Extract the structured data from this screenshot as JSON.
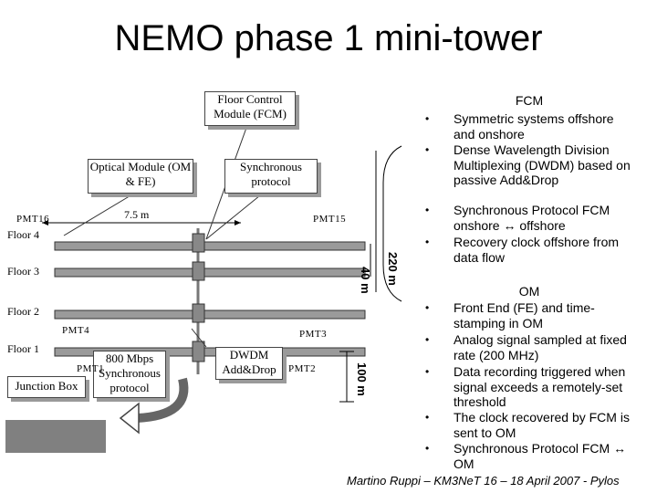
{
  "title": "NEMO phase 1 mini-tower",
  "callouts": {
    "fcm": "Floor Control Module (FCM)",
    "om": "Optical Module (OM & FE)",
    "sync": "Synchronous protocol",
    "mbps": "800 Mbps Synchronous protocol",
    "dwdm": "DWDM Add&Drop",
    "jbox": "Junction Box"
  },
  "diagram": {
    "floors": [
      "Floor 4",
      "Floor 3",
      "Floor 2",
      "Floor 1"
    ],
    "pmts": [
      "PMT16",
      "PMT15",
      "PMT4",
      "PMT3",
      "PMT2",
      "PMT1"
    ],
    "dim_span": "7.5 m",
    "dim_220": "220 m",
    "dim_40": "40 m",
    "dim_100": "100 m"
  },
  "fcm_section": {
    "heading": "FCM",
    "bullets": [
      "Symmetric systems offshore and onshore",
      "Dense Wavelength Division Multiplexing (DWDM) based on passive Add&Drop",
      "Synchronous Protocol FCM onshore ↔ offshore",
      "Recovery clock offshore from data flow"
    ]
  },
  "om_section": {
    "heading": "OM",
    "bullets": [
      "Front End (FE) and time-stamping in OM",
      "Analog signal sampled at fixed rate (200 MHz)",
      "Data recording triggered when signal exceeds a remotely-set threshold",
      "The clock recovered by FCM is sent to OM",
      "Synchronous Protocol FCM ↔ OM"
    ]
  },
  "bullet_char": "•",
  "footer": "Martino Ruppi – KM3NeT 16 – 18 April 2007 - Pylos"
}
